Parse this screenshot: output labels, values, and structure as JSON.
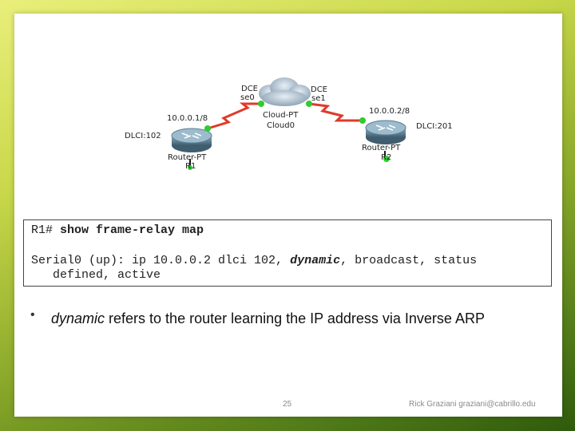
{
  "diagram": {
    "cloud": {
      "dce_left": "DCE",
      "port_left": "se0",
      "dce_right": "DCE",
      "port_right": "se1",
      "type": "Cloud-PT",
      "name": "Cloud0"
    },
    "router_left": {
      "ip": "10.0.0.1/8",
      "dlci": "DLCI:102",
      "type": "Router-PT",
      "name": "R1"
    },
    "router_right": {
      "ip": "10.0.0.2/8",
      "dlci": "DLCI:201",
      "type": "Router-PT",
      "name": "R2"
    },
    "colors": {
      "link": "#e03a2a",
      "port": "#2fcc2f",
      "router": "#5d7f91",
      "cloud": "#9fb2c2"
    }
  },
  "code": {
    "prompt": "R1# ",
    "command": "show frame-relay map",
    "line2_pre": "Serial0 (up): ip 10.0.0.2 dlci 102, ",
    "line2_em": "dynamic",
    "line2_post": ", broadcast, status",
    "line3": "   defined, active"
  },
  "bullet": {
    "em": "dynamic",
    "text": " refers to the router learning the IP address via Inverse ARP"
  },
  "footer": {
    "page": "25",
    "author": "Rick Graziani graziani@cabrillo.edu"
  }
}
